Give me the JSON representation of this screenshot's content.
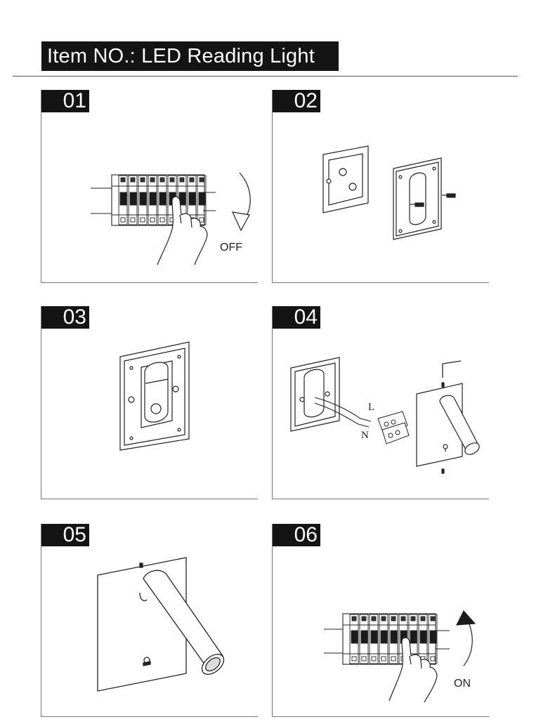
{
  "header": {
    "title": "Item NO.: LED Reading Light"
  },
  "steps": [
    {
      "number": "01",
      "annotation": "OFF"
    },
    {
      "number": "02"
    },
    {
      "number": "03"
    },
    {
      "number": "04",
      "wire_labels": [
        "L",
        "N"
      ]
    },
    {
      "number": "05"
    },
    {
      "number": "06",
      "annotation": "ON"
    }
  ],
  "icons": [
    "breaker-panel-icon",
    "hand-icon",
    "rotate-arrow-icon",
    "junction-box-icon",
    "mounting-plate-icon",
    "screw-icon",
    "wire-connector-icon",
    "hex-key-icon",
    "reading-light-icon"
  ]
}
